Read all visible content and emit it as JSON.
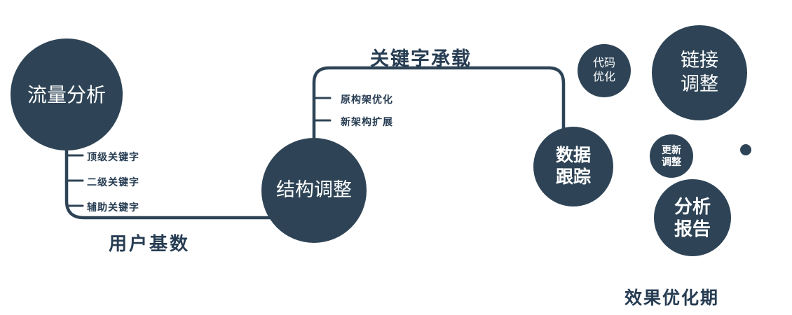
{
  "theme": {
    "node_color": "#2e4456",
    "line_color": "#2e4456",
    "label_color": "#263c52",
    "background": "#ffffff"
  },
  "nodes": {
    "traffic": {
      "label": "流量分析"
    },
    "structure": {
      "label": "结构调整"
    },
    "tracking": {
      "line1": "数据",
      "line2": "跟踪"
    },
    "code": {
      "line1": "代码",
      "line2": "优化"
    },
    "link": {
      "line1": "链接",
      "line2": "调整"
    },
    "update": {
      "line1": "更新",
      "line2": "调整"
    },
    "report": {
      "line1": "分析",
      "line2": "报告"
    }
  },
  "edge_labels": {
    "keyword_carry": "关键字承载",
    "user_base": "用户基数"
  },
  "branches": {
    "left": [
      "顶级关键字",
      "二级关键字",
      "辅助关键字"
    ],
    "mid": [
      "原构架优化",
      "新架构扩展"
    ]
  },
  "caption": "效果优化期"
}
